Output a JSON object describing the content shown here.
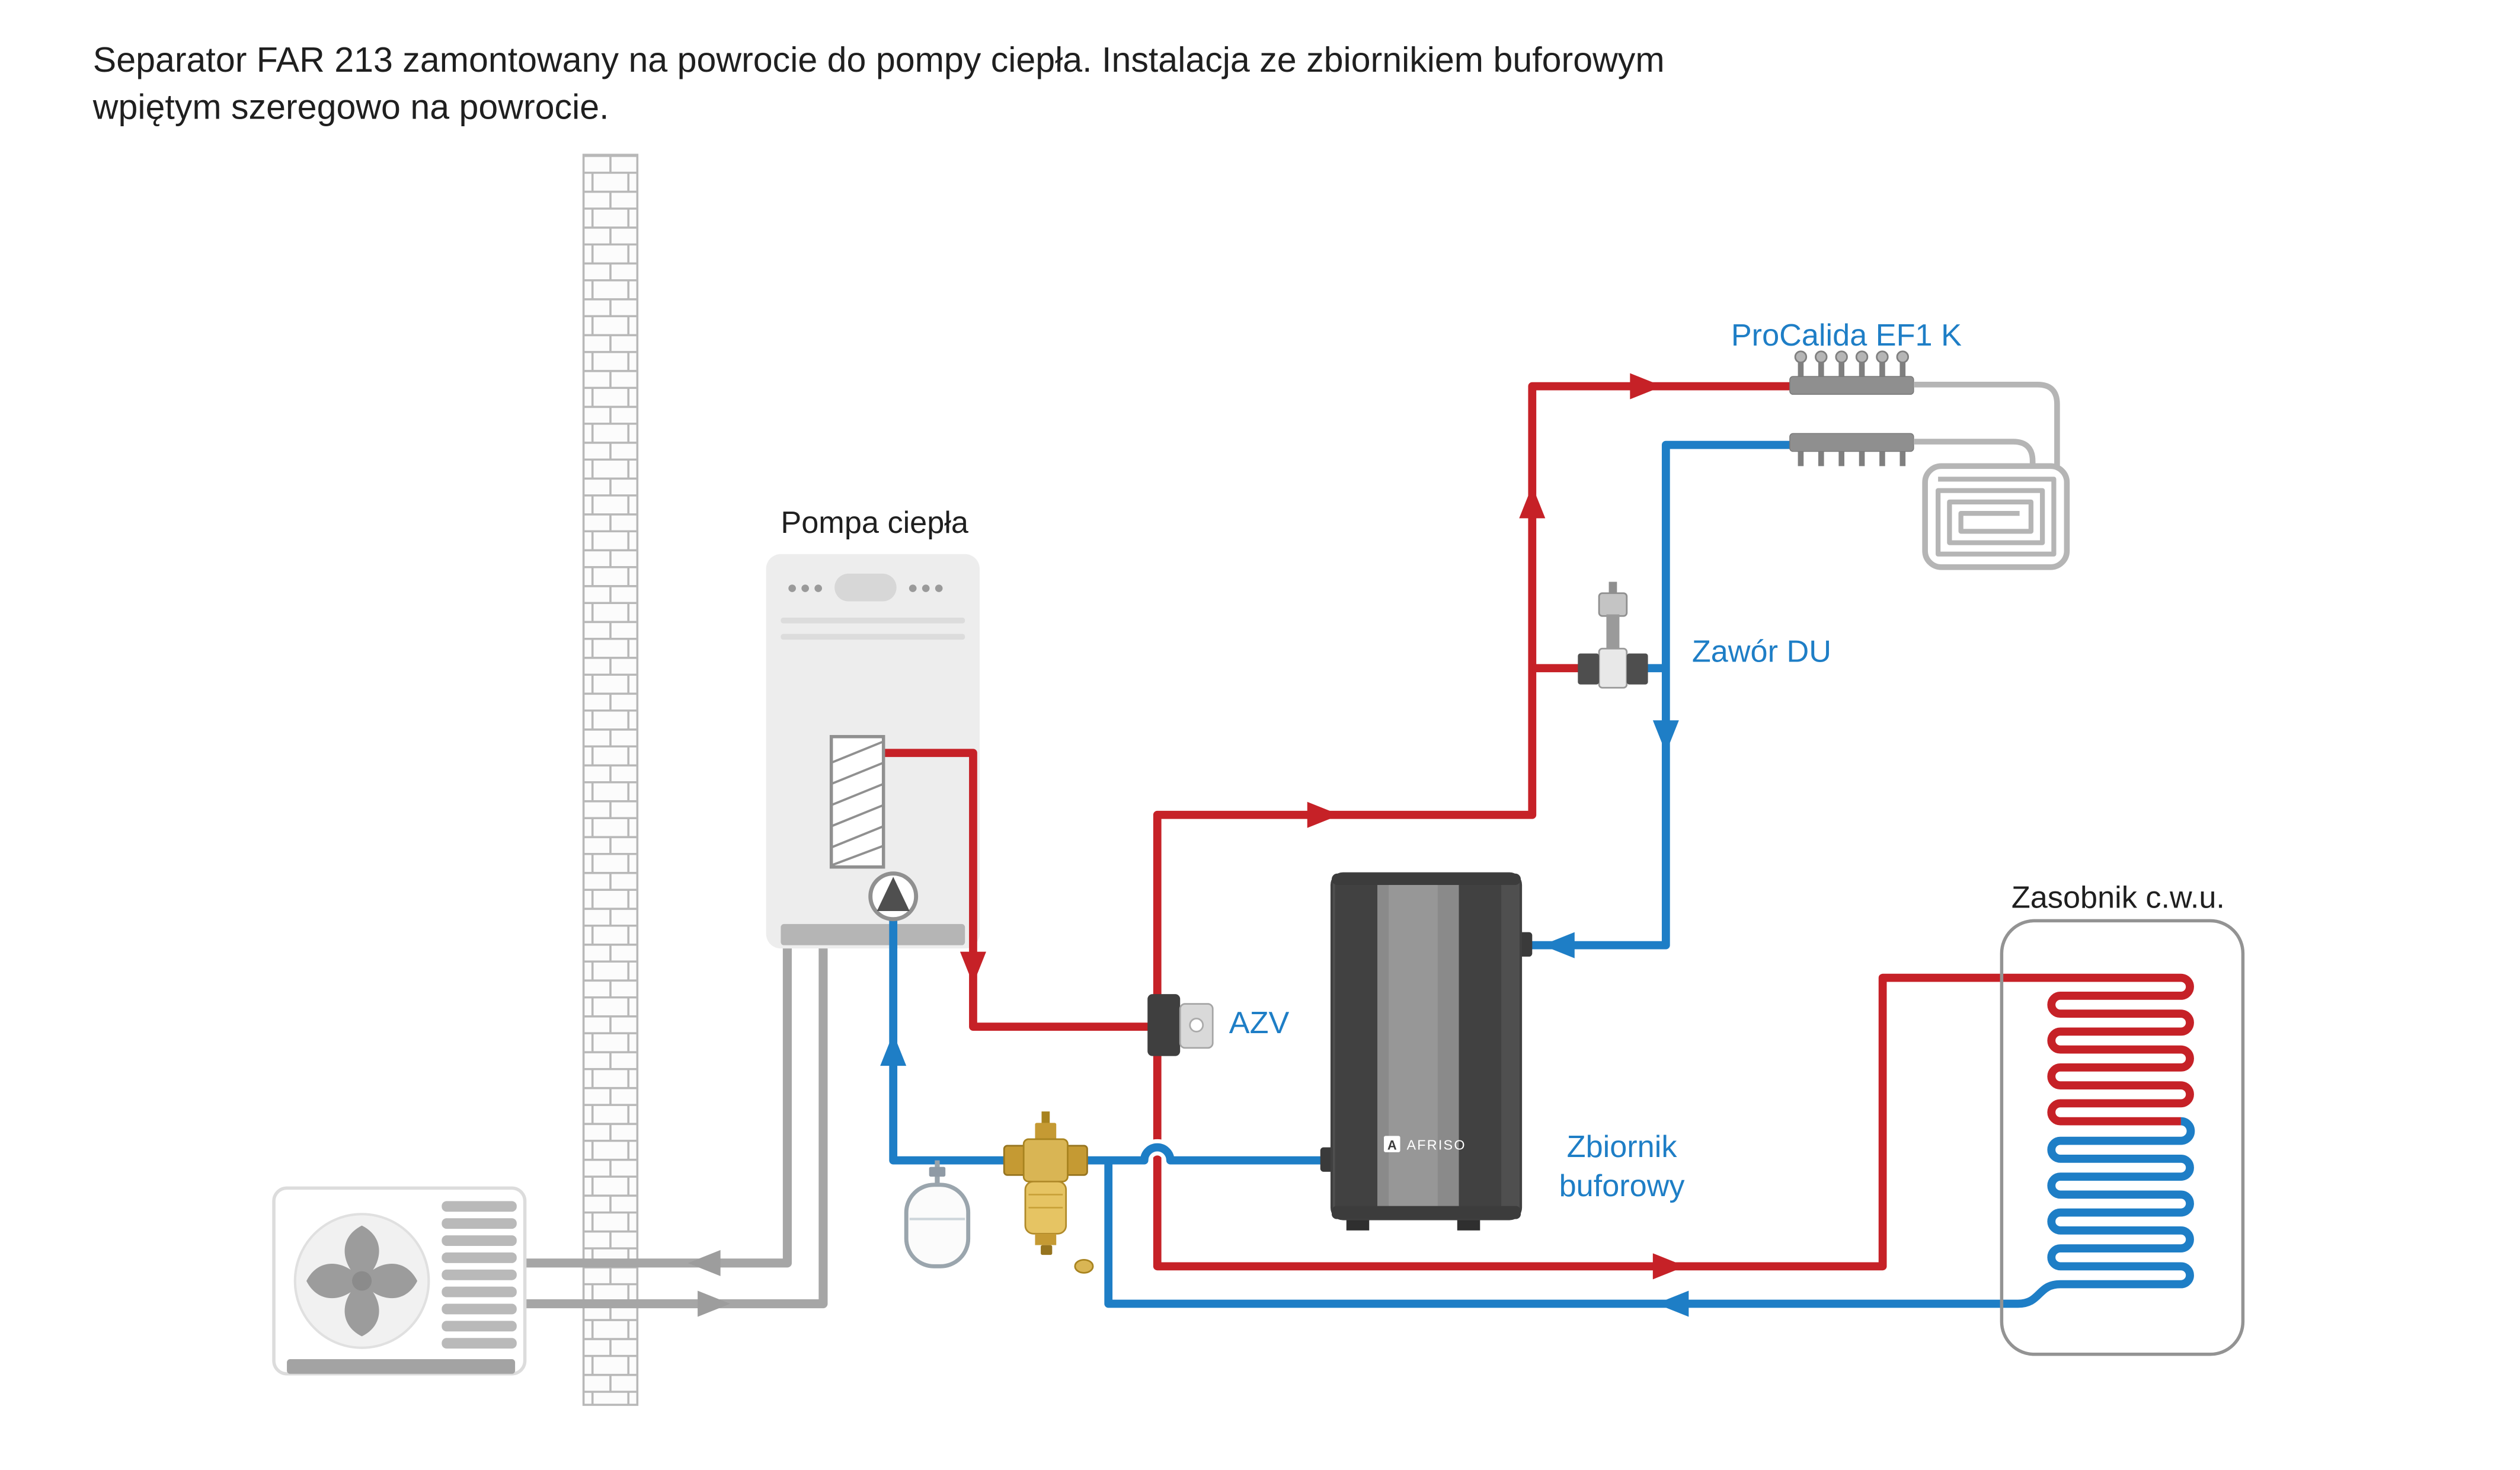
{
  "title": {
    "line1": "Separator  FAR 213 zamontowany na powrocie do pompy ciepła. Instalacja ze zbiornikiem buforowym",
    "line2": "wpiętym szeregowo na powrocie."
  },
  "labels": {
    "heat_pump": "Pompa ciepła",
    "manifold": "ProCalida EF1 K",
    "du_valve": "Zawór DU",
    "azv_valve": "AZV",
    "buffer_tank_line1": "Zbiornik",
    "buffer_tank_line2": "buforowy",
    "dhw_tank": "Zasobnik c.w.u."
  },
  "branding": {
    "logo_letter": "A",
    "logo_text": "AFRISO"
  },
  "colors": {
    "supply_red": "#c62127",
    "return_blue": "#1e7ec6",
    "label_blue": "#1e7ec6",
    "pipe_gray": "#a6a6a6",
    "brass": "#d9b554",
    "buffer_tank_dark": "#4f4f4f",
    "text_dark": "#1f1f1f"
  },
  "icons": {
    "flow_arrow": "solid triangle on pipe",
    "pump": "circle with upward triangle",
    "fan": "four-blade pinwheel"
  }
}
